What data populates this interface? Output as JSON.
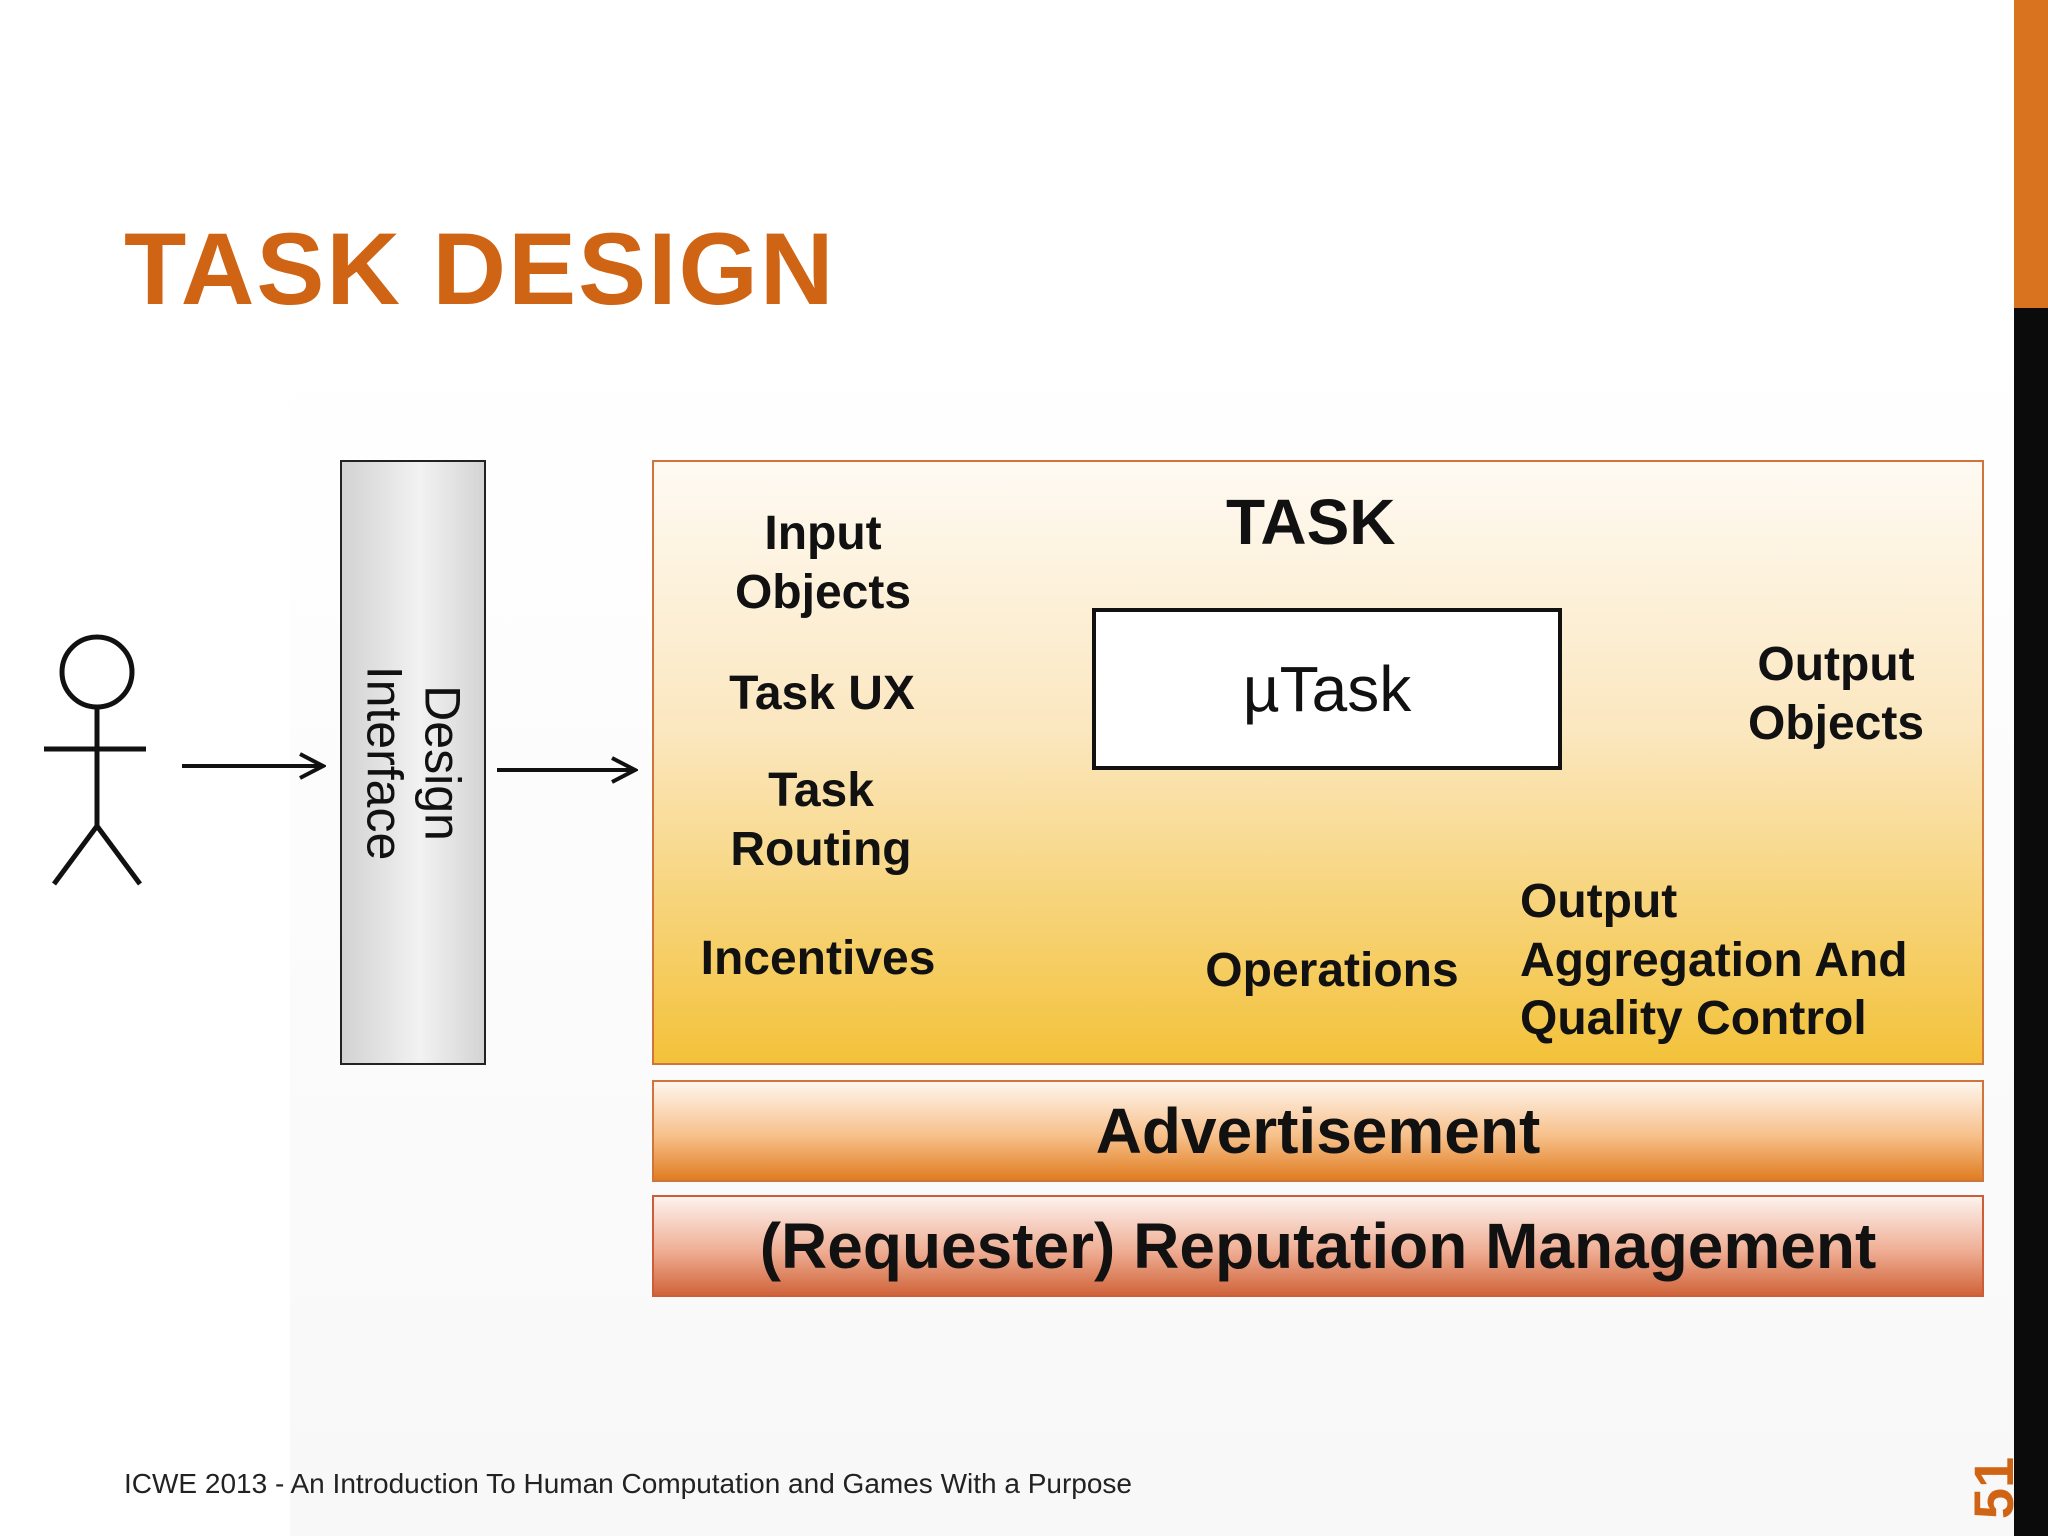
{
  "slide": {
    "title": "TASK DESIGN",
    "footer": "ICWE 2013 - An Introduction To Human Computation and Games With a Purpose",
    "page_number": "51",
    "colors": {
      "accent": "#cf6415",
      "black_bar": "#0b0b0b"
    }
  },
  "diagram": {
    "actor_icon": "stick-figure-icon",
    "design_interface": {
      "line1": "Design",
      "line2": "Interface"
    },
    "task": {
      "title": "TASK",
      "center": "µTask",
      "inputs": {
        "input_objects": {
          "line1": "Input",
          "line2": "Objects"
        },
        "task_ux": "Task UX",
        "task_routing": {
          "line1": "Task",
          "line2": "Routing"
        },
        "incentives": "Incentives"
      },
      "output_objects": {
        "line1": "Output",
        "line2": "Objects"
      },
      "operations": "Operations",
      "aggregation": {
        "line1": "Output",
        "line2": "Aggregation And",
        "line3": "Quality Control"
      }
    },
    "advertisement": "Advertisement",
    "reputation": "(Requester) Reputation Management"
  }
}
